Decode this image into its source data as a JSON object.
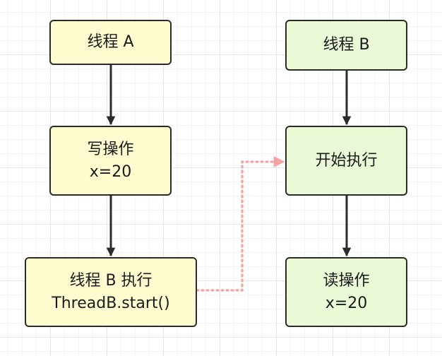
{
  "colors": {
    "thread_a_fill": "#fffdd0",
    "thread_b_fill": "#eaf9d6",
    "border": "#2b2b2b",
    "edge": "#2b2b2b",
    "happens_before_edge": "#f4a3a3"
  },
  "nodes": {
    "thread_a": {
      "lines": [
        "线程 A"
      ]
    },
    "write_op": {
      "lines": [
        "写操作",
        "x=20"
      ]
    },
    "start_b": {
      "lines": [
        "线程 B 执行",
        "ThreadB.start()"
      ]
    },
    "thread_b": {
      "lines": [
        "线程 B"
      ]
    },
    "begin_exec": {
      "lines": [
        "开始执行"
      ]
    },
    "read_op": {
      "lines": [
        "读操作",
        "x=20"
      ]
    }
  },
  "edges": [
    {
      "from": "thread_a",
      "to": "write_op",
      "style": "solid"
    },
    {
      "from": "write_op",
      "to": "start_b",
      "style": "solid"
    },
    {
      "from": "thread_b",
      "to": "begin_exec",
      "style": "solid"
    },
    {
      "from": "begin_exec",
      "to": "read_op",
      "style": "solid"
    },
    {
      "from": "start_b",
      "to": "begin_exec",
      "style": "dotted"
    }
  ]
}
